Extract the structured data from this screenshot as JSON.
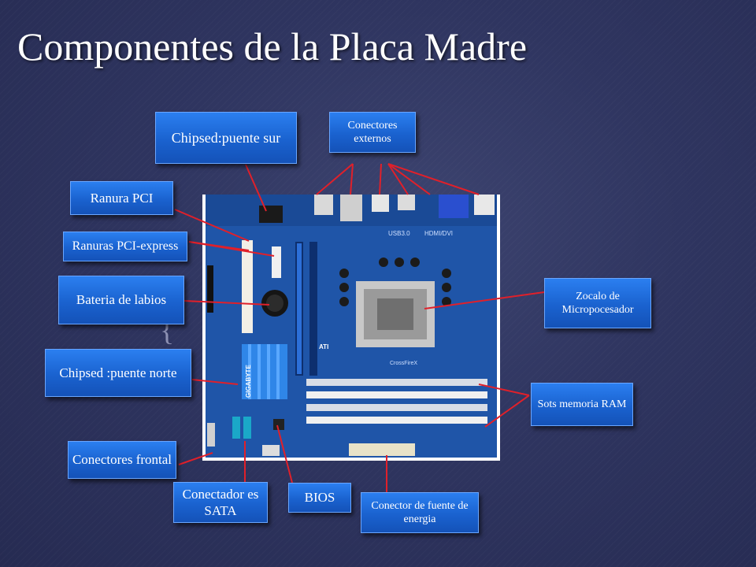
{
  "title": "Componentes de la Placa Madre",
  "colors": {
    "background": "#2f3560",
    "label_box": "#1a62cf",
    "leader_line": "#e0202a"
  },
  "labels": {
    "chipset_sur": "Chipsed:puente sur",
    "conectores_externos": "Conectores externos",
    "ranura_pci": "Ranura PCI",
    "ranuras_pci_express": "Ranuras PCI-express",
    "bateria": "Bateria de labios",
    "chipset_norte": "Chipsed :puente norte",
    "conectores_frontal": "Conectores frontal",
    "sata": "Conectador es SATA",
    "bios": "BIOS",
    "fuente": "Conector de fuente de energia",
    "zocalo": "Zocalo de Micropocesador",
    "ram": "Sots memoria RAM"
  },
  "board_markings": {
    "brand": "GIGABYTE",
    "usb": "USB3.0",
    "hdmi": "HDMI/DVI",
    "ati": "ATI",
    "crossfire": "CrossFireX"
  }
}
